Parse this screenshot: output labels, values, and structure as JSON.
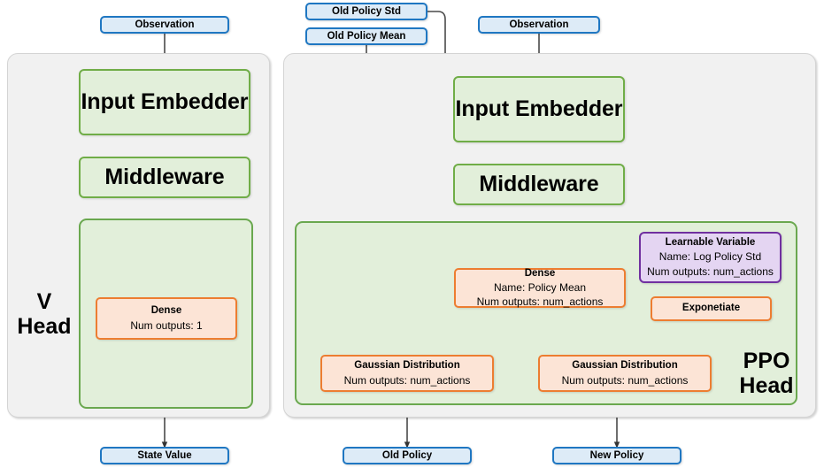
{
  "diagram": {
    "title": "PPO network head architecture",
    "colors": {
      "group_bg": "#f1f1f1",
      "subgroup_bg": "#e2efda",
      "module_border": "#70ad47",
      "op_bg": "#fce4d6",
      "op_border": "#ed7d31",
      "var_bg": "#e4d5f2",
      "var_border": "#7030a0",
      "io_bg": "#ddebf7",
      "io_border": "#1f77c2",
      "edge": "#404040"
    }
  },
  "v_head": {
    "caption_line1": "V",
    "caption_line2": "Head",
    "input": {
      "label": "Observation"
    },
    "modules": [
      {
        "label": "Input Embedder"
      },
      {
        "label": "Middleware"
      }
    ],
    "dense": {
      "title": "Dense",
      "sub1": "Num outputs: 1"
    },
    "output": {
      "label": "State Value"
    }
  },
  "ppo_head": {
    "caption_line1": "PPO",
    "caption_line2": "Head",
    "inputs": [
      {
        "label": "Old Policy Std"
      },
      {
        "label": "Old Policy Mean"
      },
      {
        "label": "Observation"
      }
    ],
    "modules": [
      {
        "label": "Input Embedder"
      },
      {
        "label": "Middleware"
      }
    ],
    "dense": {
      "title": "Dense",
      "sub1": "Name: Policy Mean",
      "sub2": "Num outputs: num_actions"
    },
    "learnable_variable": {
      "title": "Learnable Variable",
      "sub1": "Name: Log Policy Std",
      "sub2": "Num outputs: num_actions"
    },
    "exponentiate": {
      "title": "Exponetiate"
    },
    "gaussian_old": {
      "title": "Gaussian Distribution",
      "sub1": "Num outputs: num_actions"
    },
    "gaussian_new": {
      "title": "Gaussian Distribution",
      "sub1": "Num outputs: num_actions"
    },
    "outputs": [
      {
        "label": "Old Policy"
      },
      {
        "label": "New Policy"
      }
    ]
  }
}
